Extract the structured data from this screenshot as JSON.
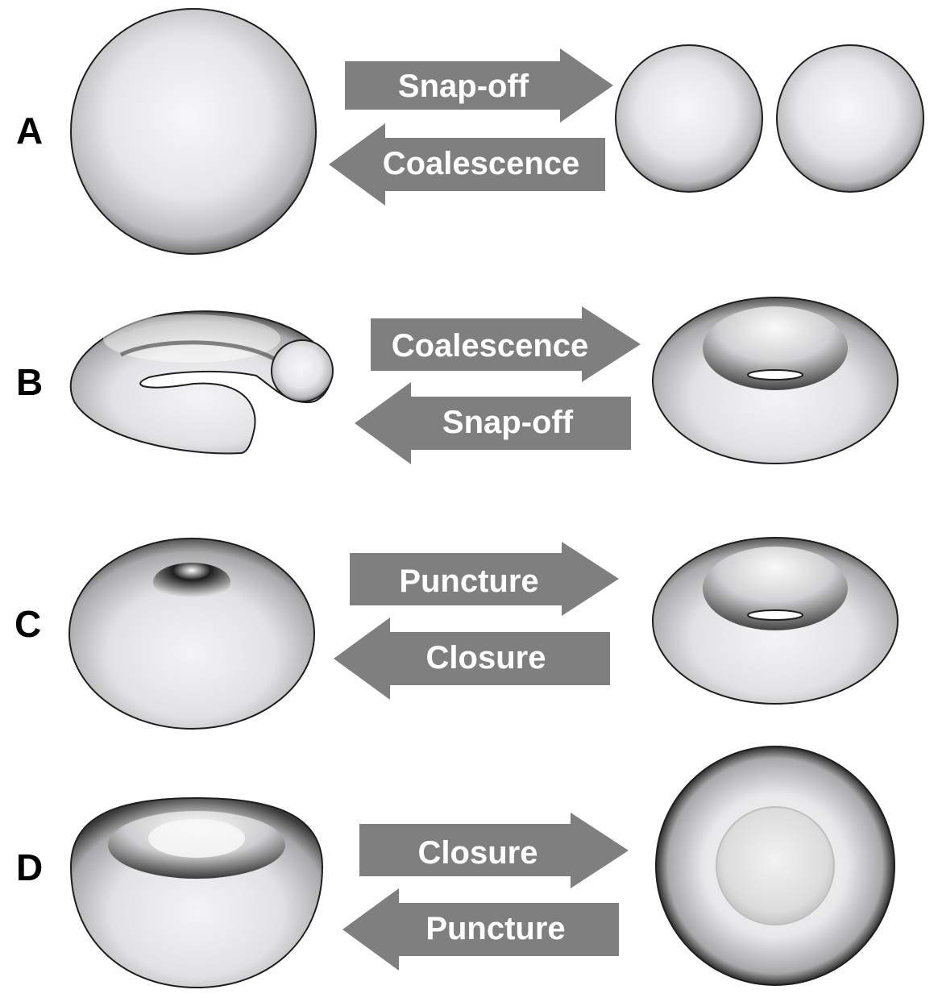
{
  "colors": {
    "arrow_fill": "#7f7f7f",
    "arrow_text": "#ffffff",
    "label_text": "#000000",
    "shape_outline": "#1e1e1e"
  },
  "rows": [
    {
      "label": "A",
      "forward": "Snap-off",
      "backward": "Coalescence",
      "left_shape": "large-sphere",
      "right_shape": "two-small-spheres"
    },
    {
      "label": "B",
      "forward": "Coalescence",
      "backward": "Snap-off",
      "left_shape": "open-torus",
      "right_shape": "torus"
    },
    {
      "label": "C",
      "forward": "Puncture",
      "backward": "Closure",
      "left_shape": "dimpled-sphere",
      "right_shape": "torus"
    },
    {
      "label": "D",
      "forward": "Closure",
      "backward": "Puncture",
      "left_shape": "bowl",
      "right_shape": "hollow-sphere"
    }
  ]
}
